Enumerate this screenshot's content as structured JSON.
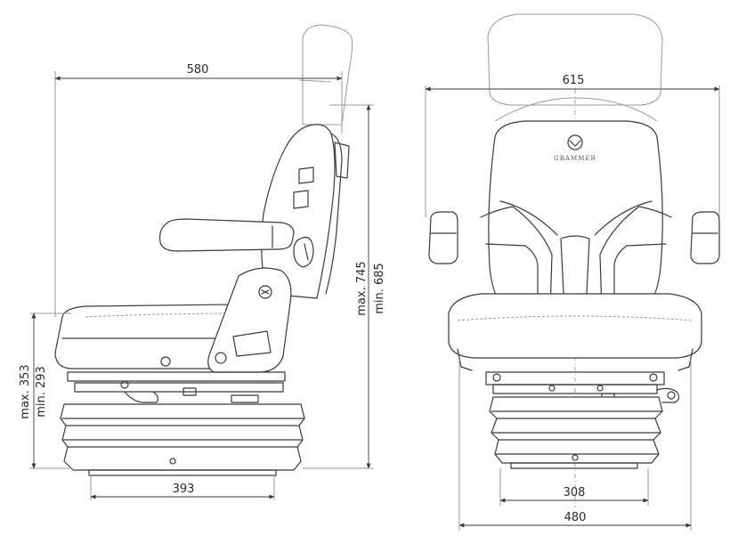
{
  "side_view": {
    "depth": "580",
    "seat_height_max": "max. 353",
    "seat_height_min": "min. 293",
    "total_height_max": "max. 745",
    "total_height_min": "min. 685",
    "base_depth": "393"
  },
  "front_view": {
    "width": "615",
    "base_inner": "308",
    "base_outer": "480",
    "brand": "GRAMMER"
  }
}
